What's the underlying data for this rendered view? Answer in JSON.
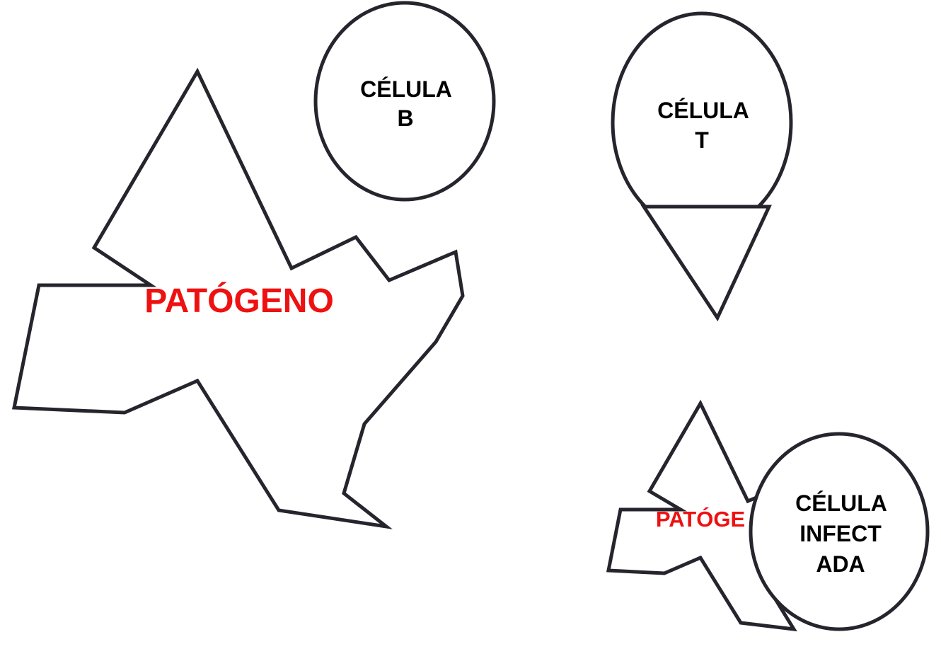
{
  "colors": {
    "outline": "#26252e",
    "label_black": "#000000",
    "label_red": "#ee1111",
    "background": "#ffffff"
  },
  "shapes": {
    "pathogen_large": {
      "label": "PATÓGENO"
    },
    "b_cell": {
      "label_line1": "CÉLULA",
      "label_line2": "B"
    },
    "t_cell": {
      "label_line1": "CÉLULA",
      "label_line2": "T"
    },
    "pathogen_small": {
      "label": "PATÓGE"
    },
    "infected_cell": {
      "label_line1": "CÉLULA",
      "label_line2": "INFECT",
      "label_line3": "ADA"
    }
  }
}
